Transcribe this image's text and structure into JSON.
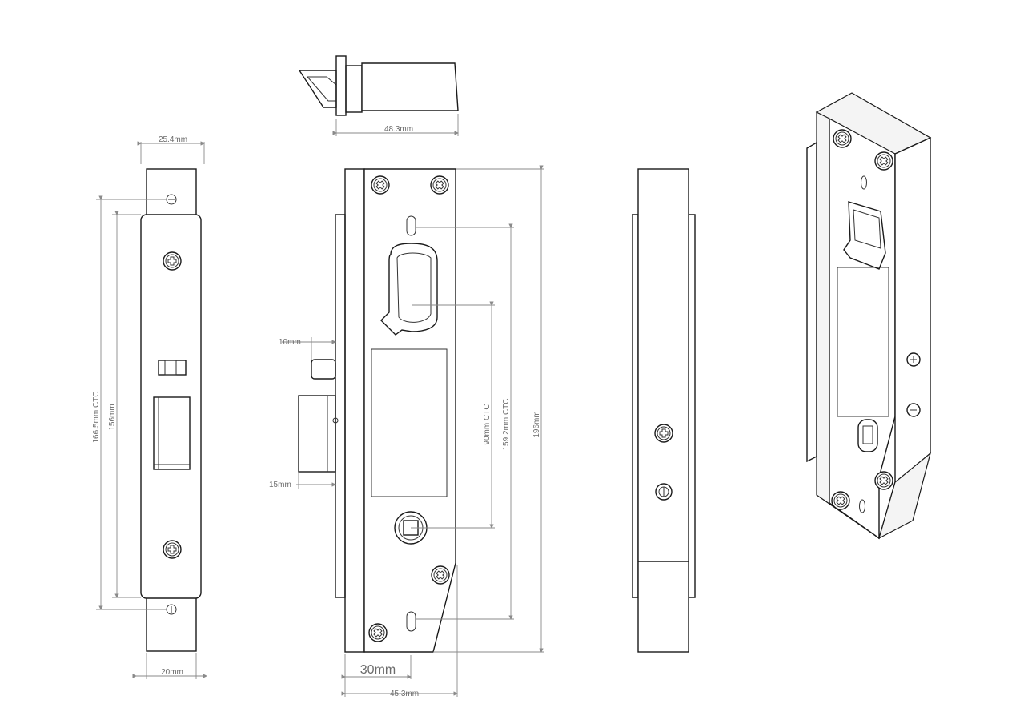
{
  "dimensions": {
    "front_width": "25.4mm",
    "front_ctc_outer": "166.5mm CTC",
    "front_ctc_inner": "156mm",
    "front_case_width": "20mm",
    "top_length": "48.3mm",
    "side_10": "10mm",
    "side_15": "15mm",
    "side_30": "30mm",
    "side_453": "45.3mm",
    "ctc_90": "90mm CTC",
    "ctc_1592": "159.2mm CTC",
    "height_196": "196mm"
  },
  "colors": {
    "line": "#1a1a1a",
    "dimension": "#8a8a8a",
    "dimension_text": "#6b6b6b",
    "background": "#ffffff"
  }
}
